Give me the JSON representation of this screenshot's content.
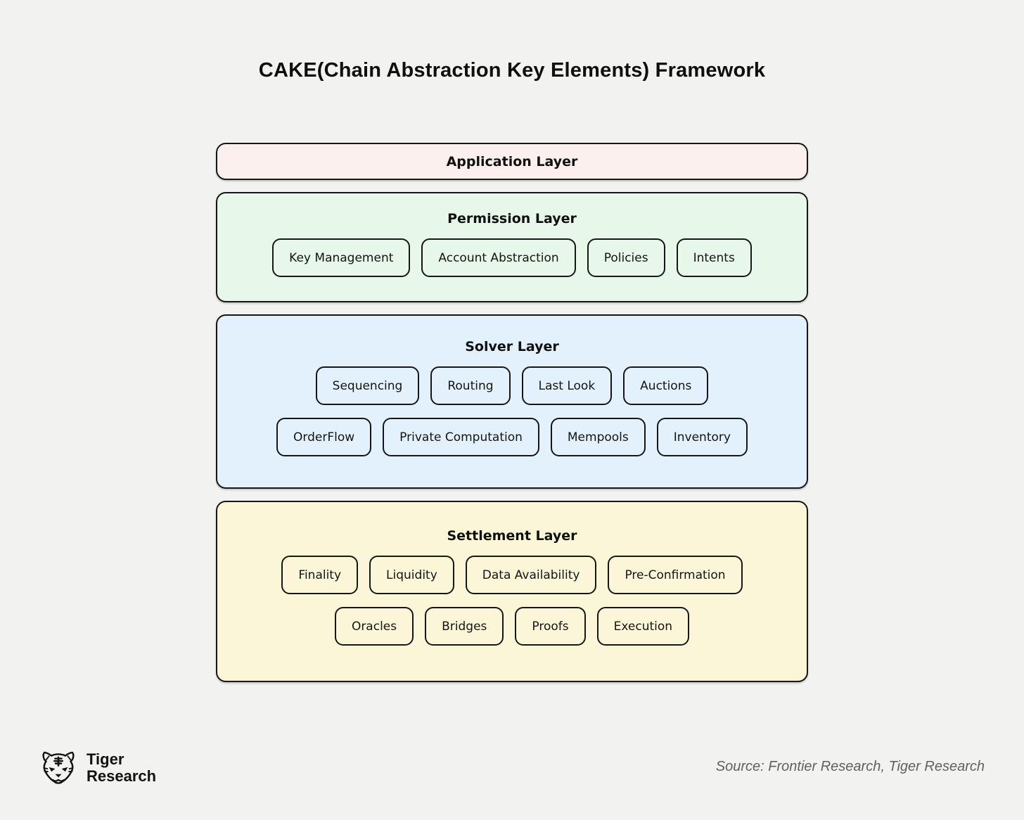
{
  "title": "CAKE(Chain Abstraction Key Elements) Framework",
  "layers": [
    {
      "name": "Application Layer",
      "color": "#fcf0ee",
      "rows": []
    },
    {
      "name": "Permission Layer",
      "color": "#e7f7ea",
      "rows": [
        [
          "Key Management",
          "Account Abstraction",
          "Policies",
          "Intents"
        ]
      ]
    },
    {
      "name": "Solver Layer",
      "color": "#e2f1fb",
      "rows": [
        [
          "Sequencing",
          "Routing",
          "Last Look",
          "Auctions"
        ],
        [
          "OrderFlow",
          "Private Computation",
          "Mempools",
          "Inventory"
        ]
      ]
    },
    {
      "name": "Settlement Layer",
      "color": "#fcf6d8",
      "rows": [
        [
          "Finality",
          "Liquidity",
          "Data Availability",
          "Pre-Confirmation"
        ],
        [
          "Oracles",
          "Bridges",
          "Proofs",
          "Execution"
        ]
      ]
    }
  ],
  "footer": {
    "brand_line1": "Tiger",
    "brand_line2": "Research",
    "source": "Source: Frontier Research, Tiger Research"
  },
  "colors": {
    "page_background": "#f2f2f0",
    "border": "#161616",
    "source_text": "#5f6063"
  }
}
